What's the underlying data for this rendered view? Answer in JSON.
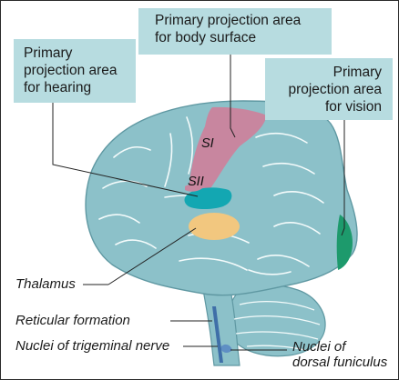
{
  "callouts": {
    "body_surface": [
      "Primary projection area",
      "for body surface"
    ],
    "hearing": [
      "Primary",
      "projection area",
      "for hearing"
    ],
    "vision": [
      "Primary",
      "projection area",
      "for vision"
    ]
  },
  "cortex_labels": {
    "s1": "SI",
    "s2": "SII"
  },
  "structure_labels": {
    "thalamus": "Thalamus",
    "reticular": "Reticular formation",
    "trigeminal": "Nuclei of trigeminal nerve",
    "dorsal_funiculus": [
      "Nuclei of",
      "dorsal funiculus"
    ]
  },
  "colors": {
    "brain": "#8cc1c9",
    "brain_outline": "#5f98a2",
    "sulcus": "#f4fbfb",
    "callout_bg": "#b7dce0",
    "somatosensory": "#c8869f",
    "auditory": "#13a7b2",
    "visual": "#1d9a6c",
    "thalamus": "#f2c77f",
    "brainstem_nuclei": "#3f6fa8"
  }
}
